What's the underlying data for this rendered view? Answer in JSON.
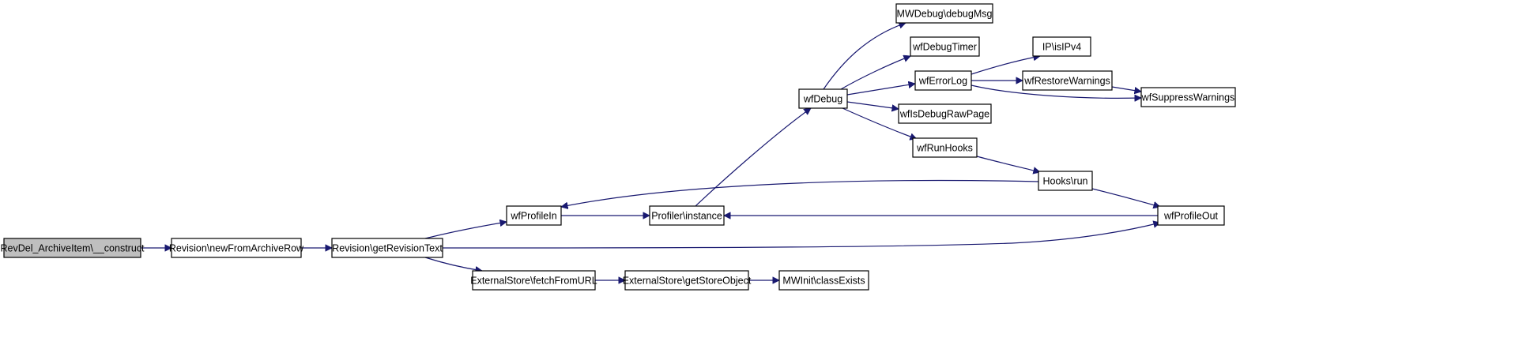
{
  "graph": {
    "nodes": [
      {
        "id": "root",
        "label": "RevDel_ArchiveItem\\__construct"
      },
      {
        "id": "newFromArchiveRow",
        "label": "Revision\\newFromArchiveRow"
      },
      {
        "id": "getRevisionText",
        "label": "Revision\\getRevisionText"
      },
      {
        "id": "wfProfileIn",
        "label": "wfProfileIn"
      },
      {
        "id": "fetchFromURL",
        "label": "ExternalStore\\fetchFromURL"
      },
      {
        "id": "profilerInstance",
        "label": "Profiler\\instance"
      },
      {
        "id": "getStoreObject",
        "label": "ExternalStore\\getStoreObject"
      },
      {
        "id": "classExists",
        "label": "MWInit\\classExists"
      },
      {
        "id": "wfDebug",
        "label": "wfDebug"
      },
      {
        "id": "debugMsg",
        "label": "MWDebug\\debugMsg"
      },
      {
        "id": "wfDebugTimer",
        "label": "wfDebugTimer"
      },
      {
        "id": "wfErrorLog",
        "label": "wfErrorLog"
      },
      {
        "id": "wfIsDebugRawPage",
        "label": "wfIsDebugRawPage"
      },
      {
        "id": "wfRunHooks",
        "label": "wfRunHooks"
      },
      {
        "id": "hooksRun",
        "label": "Hooks\\run"
      },
      {
        "id": "isIPv4",
        "label": "IP\\isIPv4"
      },
      {
        "id": "wfRestoreWarnings",
        "label": "wfRestoreWarnings"
      },
      {
        "id": "wfSuppressWarnings",
        "label": "wfSuppressWarnings"
      },
      {
        "id": "wfProfileOut",
        "label": "wfProfileOut"
      }
    ],
    "edges": [
      [
        "root",
        "newFromArchiveRow"
      ],
      [
        "newFromArchiveRow",
        "getRevisionText"
      ],
      [
        "getRevisionText",
        "wfProfileIn"
      ],
      [
        "getRevisionText",
        "wfProfileOut"
      ],
      [
        "getRevisionText",
        "fetchFromURL"
      ],
      [
        "wfProfileIn",
        "profilerInstance"
      ],
      [
        "profilerInstance",
        "wfDebug"
      ],
      [
        "wfDebug",
        "debugMsg"
      ],
      [
        "wfDebug",
        "wfDebugTimer"
      ],
      [
        "wfDebug",
        "wfErrorLog"
      ],
      [
        "wfDebug",
        "wfIsDebugRawPage"
      ],
      [
        "wfDebug",
        "wfRunHooks"
      ],
      [
        "wfErrorLog",
        "isIPv4"
      ],
      [
        "wfErrorLog",
        "wfRestoreWarnings"
      ],
      [
        "wfErrorLog",
        "wfSuppressWarnings"
      ],
      [
        "wfRestoreWarnings",
        "wfSuppressWarnings"
      ],
      [
        "wfRunHooks",
        "hooksRun"
      ],
      [
        "hooksRun",
        "wfProfileIn"
      ],
      [
        "hooksRun",
        "wfProfileOut"
      ],
      [
        "wfProfileOut",
        "profilerInstance"
      ],
      [
        "fetchFromURL",
        "getStoreObject"
      ],
      [
        "getStoreObject",
        "classExists"
      ]
    ]
  },
  "colors": {
    "edge": "#191970",
    "root_fill": "#bfbfbf",
    "node_fill": "#ffffff",
    "node_border": "#000000"
  }
}
